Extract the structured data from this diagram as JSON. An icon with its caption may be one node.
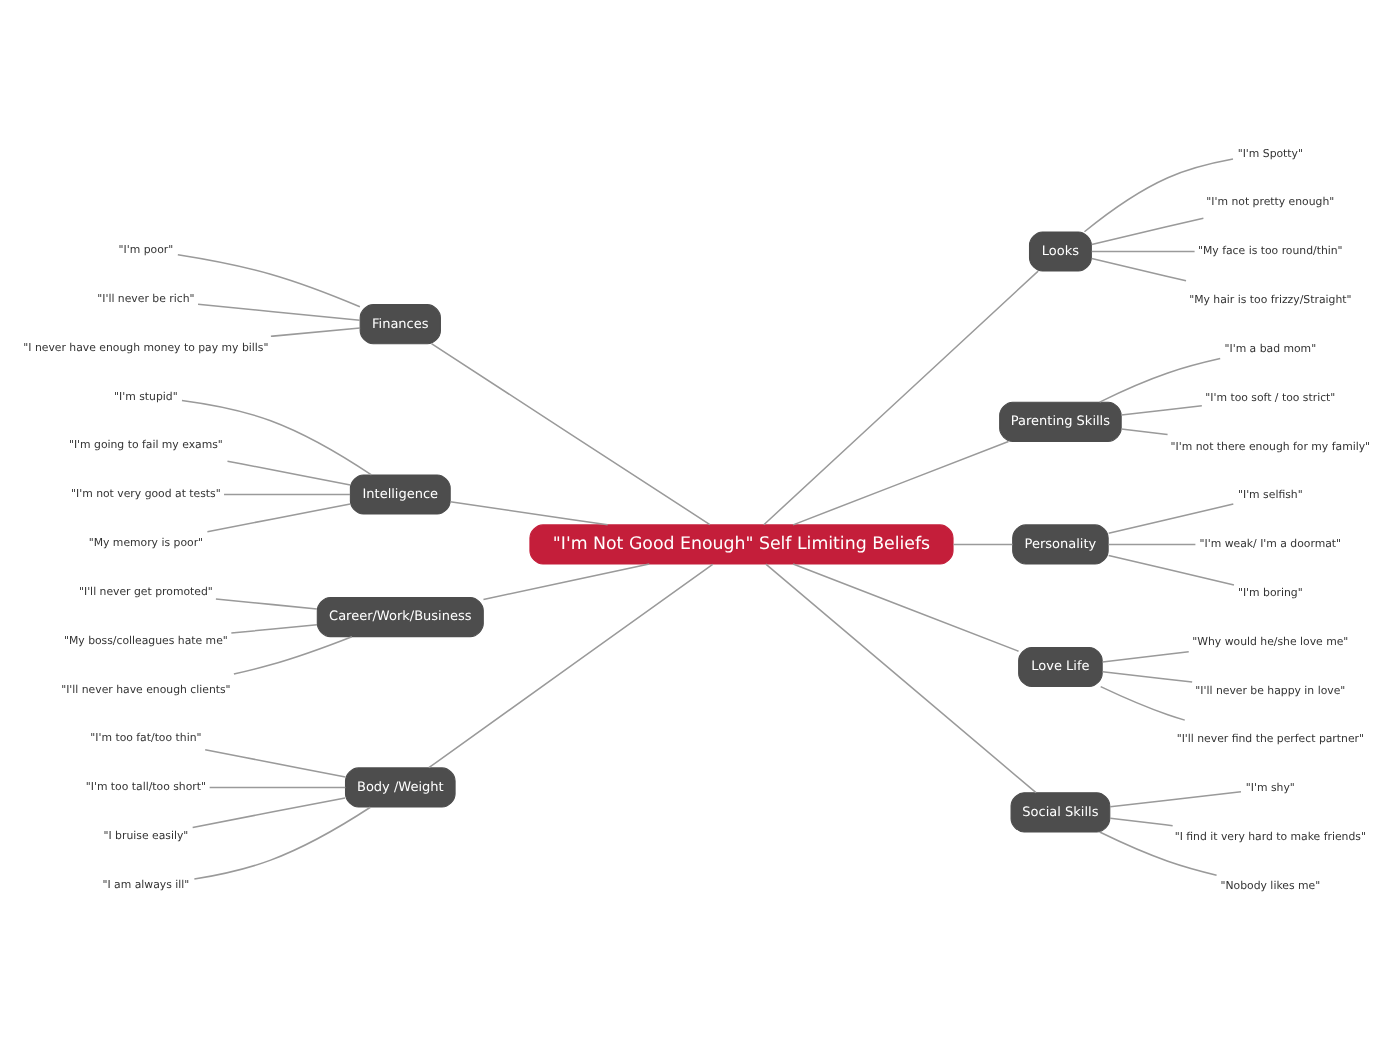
{
  "diagram": {
    "nodes": [
      {
        "text": [
          "\"I'm Not Good Enough\" Self Limiting Beliefs"
        ]
      },
      {
        "text": [
          "Finances"
        ]
      },
      {
        "text": [
          "\"I'm poor\""
        ]
      },
      {
        "text": [
          "\"I'll never be rich\""
        ]
      },
      {
        "text": [
          "\"I never have enough money to pay my bills\""
        ]
      },
      {
        "text": [
          "Intelligence"
        ]
      },
      {
        "text": [
          "\"I'm stupid\""
        ]
      },
      {
        "text": [
          "\"I'm going to fail my exams\""
        ]
      },
      {
        "text": [
          "\"I'm not very good at tests\""
        ]
      },
      {
        "text": [
          "\"My memory is poor\""
        ]
      },
      {
        "text": [
          "Career/Work/Business"
        ]
      },
      {
        "text": [
          "\"I'll never get promoted\""
        ]
      },
      {
        "text": [
          "\"My boss/colleagues hate me\""
        ]
      },
      {
        "text": [
          "\"I'll never have enough clients\""
        ]
      },
      {
        "text": [
          "Body /Weight"
        ]
      },
      {
        "text": [
          "\"I'm too fat/too thin\""
        ]
      },
      {
        "text": [
          "\"I'm too tall/too short\""
        ]
      },
      {
        "text": [
          "\"I bruise easily\""
        ]
      },
      {
        "text": [
          "\"I am always ill\""
        ]
      },
      {
        "text": [
          "Looks"
        ]
      },
      {
        "text": [
          "\"I'm Spotty\""
        ]
      },
      {
        "text": [
          "\"I'm not pretty enough\""
        ]
      },
      {
        "text": [
          "\"My face is too round/thin\""
        ]
      },
      {
        "text": [
          "\"My hair is too frizzy/Straight\""
        ]
      },
      {
        "text": [
          "Parenting Skills"
        ]
      },
      {
        "text": [
          "\"I'm a bad mom\""
        ]
      },
      {
        "text": [
          "\"I'm too soft / too strict\""
        ]
      },
      {
        "text": [
          "\"I'm not there enough for my family\""
        ]
      },
      {
        "text": [
          "Personality"
        ]
      },
      {
        "text": [
          "\"I'm selfish\""
        ]
      },
      {
        "text": [
          "\"I'm weak/ I'm a doormat\""
        ]
      },
      {
        "text": [
          "\"I'm boring\""
        ]
      },
      {
        "text": [
          "Love Life"
        ]
      },
      {
        "text": [
          "\"Why would he/she love me\""
        ]
      },
      {
        "text": [
          "\"I'll never be happy in love\""
        ]
      },
      {
        "text": [
          "\"I'll never find the perfect partner\""
        ]
      },
      {
        "text": [
          "Social Skills"
        ]
      },
      {
        "text": [
          "\"I'm shy\""
        ]
      },
      {
        "text": [
          "\"I find it very hard to make friends\""
        ]
      },
      {
        "text": [
          "\"Nobody likes me\""
        ]
      }
    ],
    "edges": [
      {
        "from": 0,
        "to": 1,
        "arrow": "none"
      },
      {
        "from": 1,
        "to": 2,
        "arrow": "none"
      },
      {
        "from": 1,
        "to": 3,
        "arrow": "none"
      },
      {
        "from": 1,
        "to": 4,
        "arrow": "none"
      },
      {
        "from": 0,
        "to": 5,
        "arrow": "none"
      },
      {
        "from": 5,
        "to": 6,
        "arrow": "none"
      },
      {
        "from": 5,
        "to": 7,
        "arrow": "none"
      },
      {
        "from": 5,
        "to": 8,
        "arrow": "none"
      },
      {
        "from": 5,
        "to": 9,
        "arrow": "none"
      },
      {
        "from": 0,
        "to": 10,
        "arrow": "none"
      },
      {
        "from": 10,
        "to": 11,
        "arrow": "none"
      },
      {
        "from": 10,
        "to": 12,
        "arrow": "none"
      },
      {
        "from": 10,
        "to": 13,
        "arrow": "none"
      },
      {
        "from": 0,
        "to": 14,
        "arrow": "none"
      },
      {
        "from": 14,
        "to": 15,
        "arrow": "none"
      },
      {
        "from": 14,
        "to": 16,
        "arrow": "none"
      },
      {
        "from": 14,
        "to": 17,
        "arrow": "none"
      },
      {
        "from": 14,
        "to": 18,
        "arrow": "none"
      },
      {
        "from": 0,
        "to": 19,
        "arrow": "none"
      },
      {
        "from": 19,
        "to": 20,
        "arrow": "none"
      },
      {
        "from": 19,
        "to": 21,
        "arrow": "none"
      },
      {
        "from": 19,
        "to": 22,
        "arrow": "none"
      },
      {
        "from": 19,
        "to": 23,
        "arrow": "none"
      },
      {
        "from": 0,
        "to": 24,
        "arrow": "none"
      },
      {
        "from": 24,
        "to": 25,
        "arrow": "none"
      },
      {
        "from": 24,
        "to": 26,
        "arrow": "none"
      },
      {
        "from": 24,
        "to": 27,
        "arrow": "none"
      },
      {
        "from": 0,
        "to": 28,
        "arrow": "none"
      },
      {
        "from": 28,
        "to": 29,
        "arrow": "none"
      },
      {
        "from": 28,
        "to": 30,
        "arrow": "none"
      },
      {
        "from": 28,
        "to": 31,
        "arrow": "none"
      },
      {
        "from": 0,
        "to": 32,
        "arrow": "none"
      },
      {
        "from": 32,
        "to": 33,
        "arrow": "none"
      },
      {
        "from": 32,
        "to": 34,
        "arrow": "none"
      },
      {
        "from": 32,
        "to": 35,
        "arrow": "none"
      },
      {
        "from": 0,
        "to": 36,
        "arrow": "none"
      },
      {
        "from": 36,
        "to": 37,
        "arrow": "none"
      },
      {
        "from": 36,
        "to": 38,
        "arrow": "none"
      },
      {
        "from": 36,
        "to": 39,
        "arrow": "none"
      }
    ]
  }
}
